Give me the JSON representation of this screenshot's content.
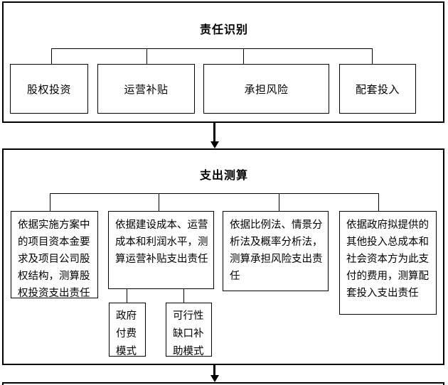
{
  "colors": {
    "line": "#000000",
    "background": "#ffffff"
  },
  "section1": {
    "title": "责任识别",
    "boxes": [
      {
        "label": "股权投资"
      },
      {
        "label": "运营补贴"
      },
      {
        "label": "承担风险"
      },
      {
        "label": "配套投入"
      }
    ]
  },
  "section2": {
    "title": "支出测算",
    "boxes": [
      {
        "lines": [
          "依据实施方案中",
          "的项目资本金要",
          "求及项目公司股",
          "权结构，测算股",
          "权投资支出责任"
        ]
      },
      {
        "lines": [
          "依据建设成本、运营",
          "成本和利润水平，测",
          "算运营补贴支出责任"
        ]
      },
      {
        "lines": [
          "依据比例法、情景分",
          "析法及概率分析法，",
          "测算承担风险支出责",
          "任"
        ]
      },
      {
        "lines": [
          "依据政府拟提供的",
          "其他投入总成本和",
          "社会资本方为此支",
          "付的费用，测算配",
          "套投入支出责任"
        ]
      }
    ],
    "sub_boxes": [
      {
        "lines": [
          "政府",
          "付费",
          "模式"
        ]
      },
      {
        "lines": [
          "可行性",
          "缺口补",
          "助模式"
        ]
      }
    ]
  }
}
